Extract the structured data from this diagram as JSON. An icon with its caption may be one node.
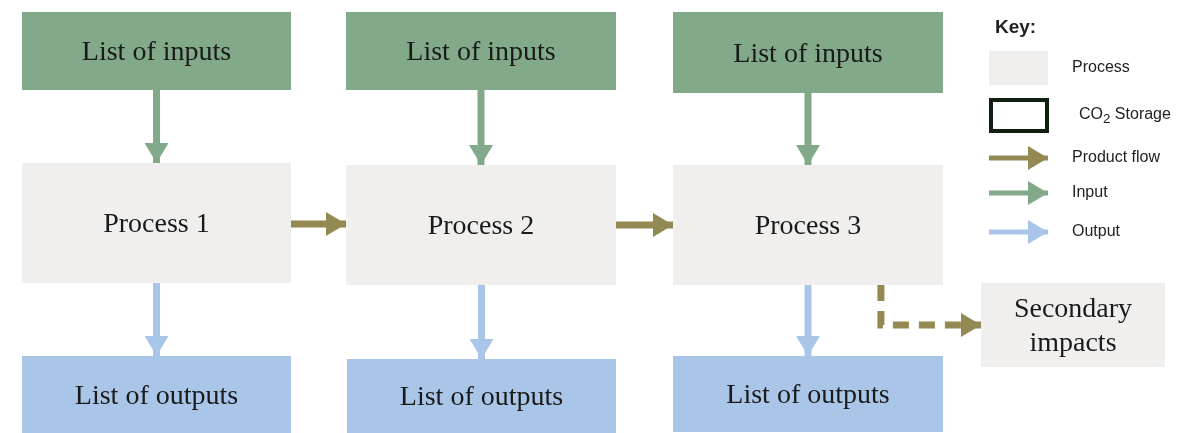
{
  "diagram": {
    "nodes": [
      {
        "text": [
          "List of inputs"
        ]
      },
      {
        "text": [
          "List of inputs"
        ]
      },
      {
        "text": [
          "List of inputs"
        ]
      },
      {
        "text": [
          "Process 1"
        ]
      },
      {
        "text": [
          "Process 2"
        ]
      },
      {
        "text": [
          "Process 3"
        ]
      },
      {
        "text": [
          "Secondary impacts"
        ]
      },
      {
        "text": [
          "List of outputs"
        ]
      },
      {
        "text": [
          "List of outputs"
        ]
      },
      {
        "text": [
          "List of outputs"
        ]
      }
    ],
    "edges": [
      {
        "from": 0,
        "to": 3,
        "arrow": "to",
        "color": "#82a98a"
      },
      {
        "from": 1,
        "to": 4,
        "arrow": "to",
        "color": "#82a98a"
      },
      {
        "from": 2,
        "to": 5,
        "arrow": "to",
        "color": "#82a98a"
      },
      {
        "from": 3,
        "to": 4,
        "arrow": "to",
        "color": "#938a53"
      },
      {
        "from": 4,
        "to": 5,
        "arrow": "to",
        "color": "#938a53"
      },
      {
        "from": 5,
        "to": 6,
        "arrow": "to",
        "style": "dashed",
        "color": "#938a53"
      },
      {
        "from": 3,
        "to": 7,
        "arrow": "to",
        "color": "#a9c6e8"
      },
      {
        "from": 4,
        "to": 8,
        "arrow": "to",
        "color": "#a9c6e8"
      },
      {
        "from": 5,
        "to": 9,
        "arrow": "to",
        "color": "#a9c6e8"
      }
    ],
    "labels": [
      "Key:"
    ],
    "legend": [
      {
        "text": "Process",
        "color": "#f0efed"
      },
      {
        "text": "CO$_{2}$ Storage"
      },
      {
        "text": "Product flow"
      },
      {
        "text": "Input"
      },
      {
        "text": "Output"
      }
    ]
  }
}
